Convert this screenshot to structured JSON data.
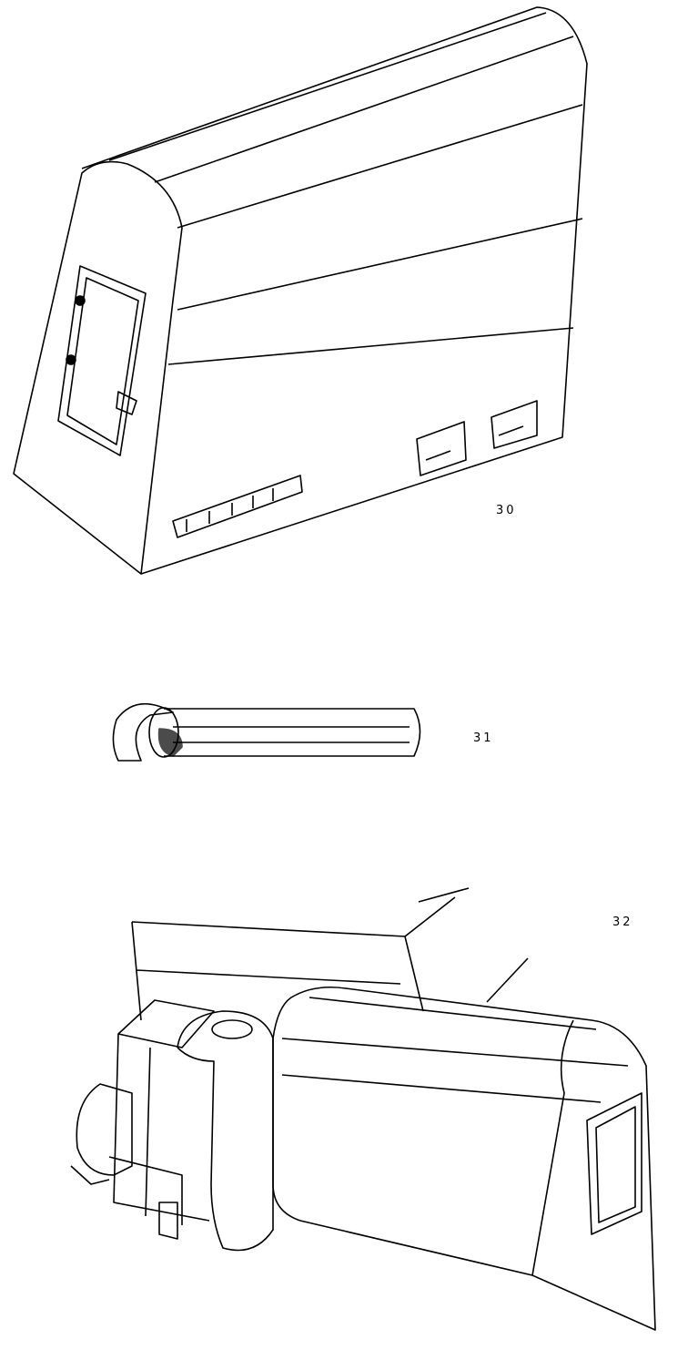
{
  "figures": [
    {
      "id": "fig-30",
      "label": "30"
    },
    {
      "id": "fig-31",
      "label": "31"
    },
    {
      "id": "fig-32",
      "label": "32"
    }
  ]
}
